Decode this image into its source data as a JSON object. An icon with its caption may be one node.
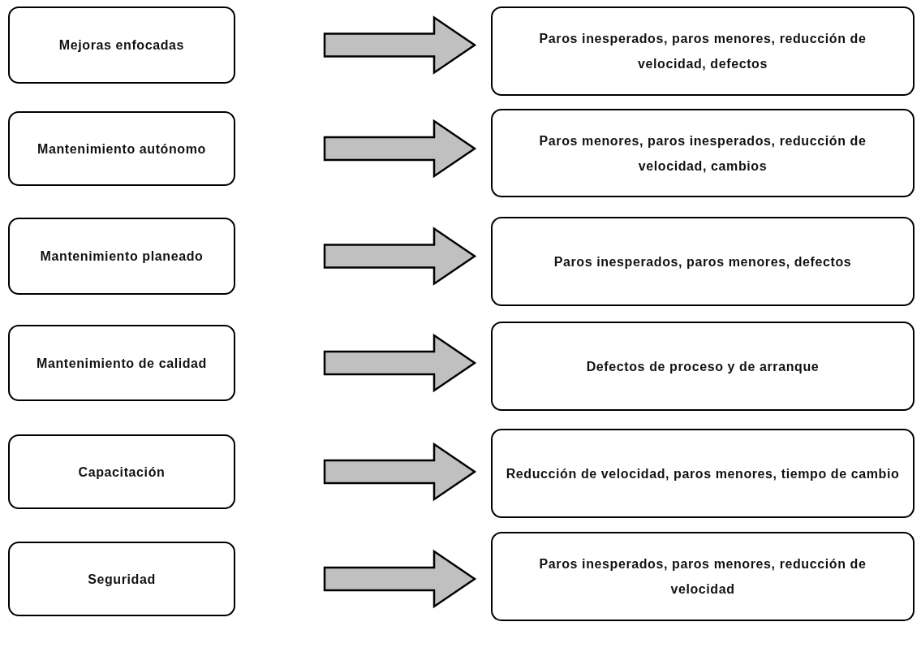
{
  "diagram": {
    "nodes": [
      {
        "text": [
          "Mejoras enfocadas"
        ]
      },
      {
        "text": [
          "Paros inesperados, paros menores, reducción de velocidad, defectos"
        ]
      },
      {
        "text": [
          "Mantenimiento autónomo"
        ]
      },
      {
        "text": [
          "Paros menores, paros inesperados, reducción de velocidad, cambios"
        ]
      },
      {
        "text": [
          "Mantenimiento planeado"
        ]
      },
      {
        "text": [
          "Paros inesperados, paros menores, defectos"
        ]
      },
      {
        "text": [
          "Mantenimiento de calidad"
        ]
      },
      {
        "text": [
          "Defectos de proceso y de arranque"
        ]
      },
      {
        "text": [
          "Capacitación"
        ]
      },
      {
        "text": [
          "Reducción de velocidad, paros menores, tiempo de cambio"
        ]
      },
      {
        "text": [
          "Seguridad"
        ]
      },
      {
        "text": [
          "Paros inesperados, paros menores, reducción de velocidad"
        ]
      }
    ],
    "edges": [
      {
        "from": 0,
        "to": 1,
        "arrow": "to"
      },
      {
        "from": 2,
        "to": 3,
        "arrow": "to"
      },
      {
        "from": 4,
        "to": 5,
        "arrow": "to"
      },
      {
        "from": 6,
        "to": 7,
        "arrow": "to"
      },
      {
        "from": 8,
        "to": 9,
        "arrow": "to"
      },
      {
        "from": 10,
        "to": 11,
        "arrow": "to"
      }
    ]
  }
}
